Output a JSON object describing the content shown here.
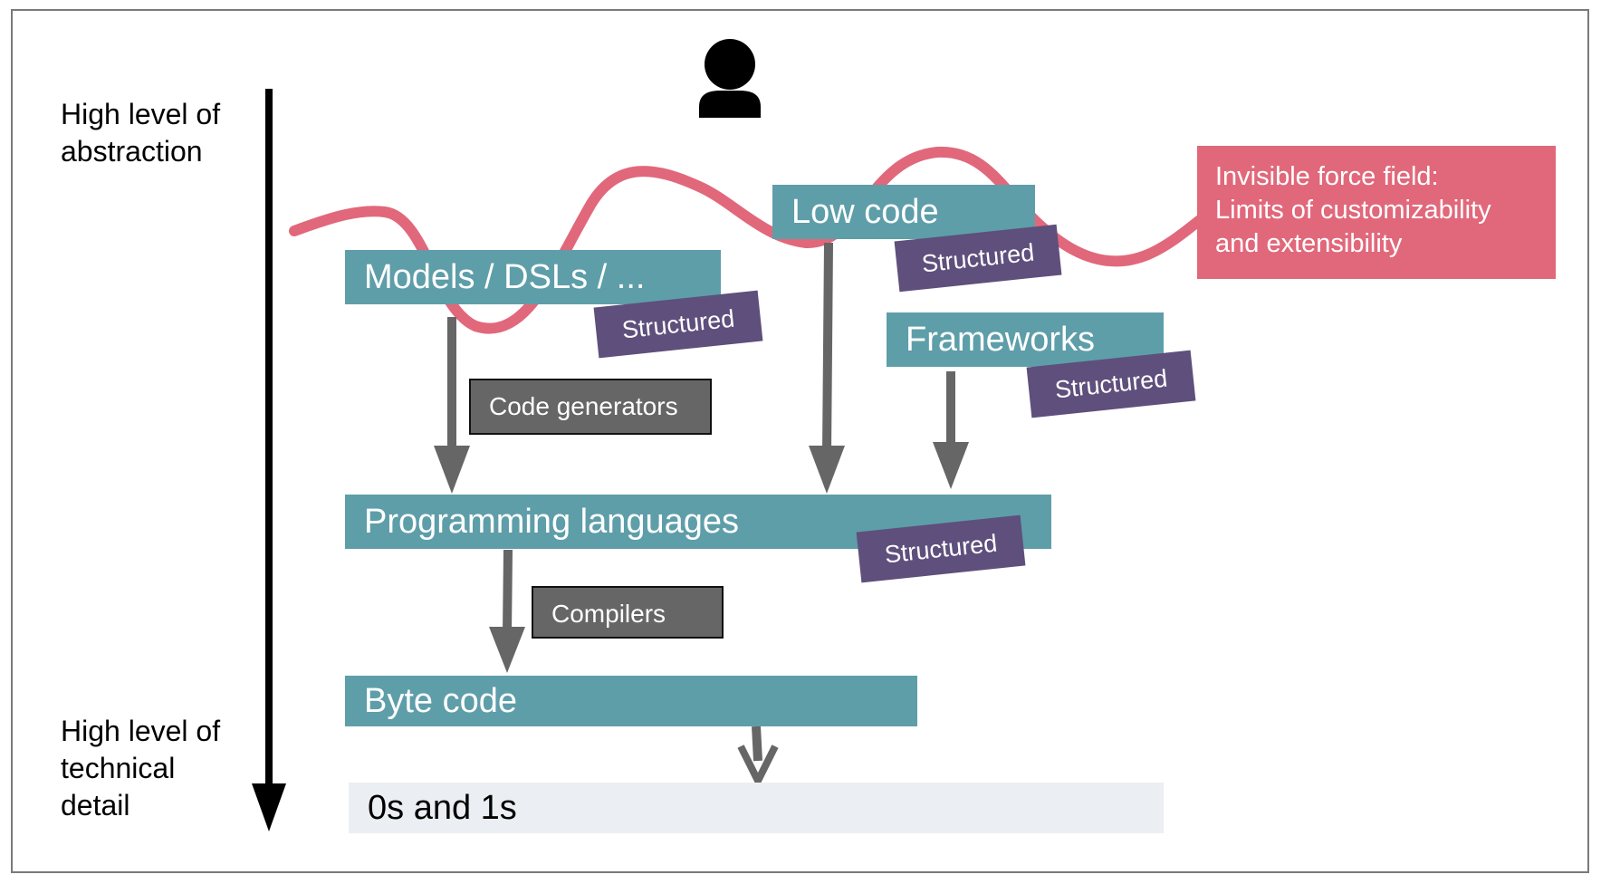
{
  "axis": {
    "top_label": [
      "High level of",
      "abstraction"
    ],
    "bottom_label": [
      "High level of",
      "technical",
      "detail"
    ]
  },
  "boxes": {
    "models": "Models / DSLs / ...",
    "low_code": "Low code",
    "frameworks": "Frameworks",
    "programming_languages": "Programming languages",
    "byte_code": "Byte code",
    "bits": "0s and 1s"
  },
  "tags": {
    "models": "Structured",
    "low_code": "Structured",
    "frameworks": "Structured",
    "programming_languages": "Structured"
  },
  "tools": {
    "code_generators": "Code generators",
    "compilers": "Compilers"
  },
  "force_field": [
    "Invisible force field:",
    "Limits of customizability",
    "and extensibility"
  ],
  "icons": {
    "user": "person-icon"
  },
  "colors": {
    "teal": "#5e9ea9",
    "purple": "#5f4f7c",
    "gray": "#666666",
    "pink": "#e1687b",
    "light": "#ebeef2"
  }
}
